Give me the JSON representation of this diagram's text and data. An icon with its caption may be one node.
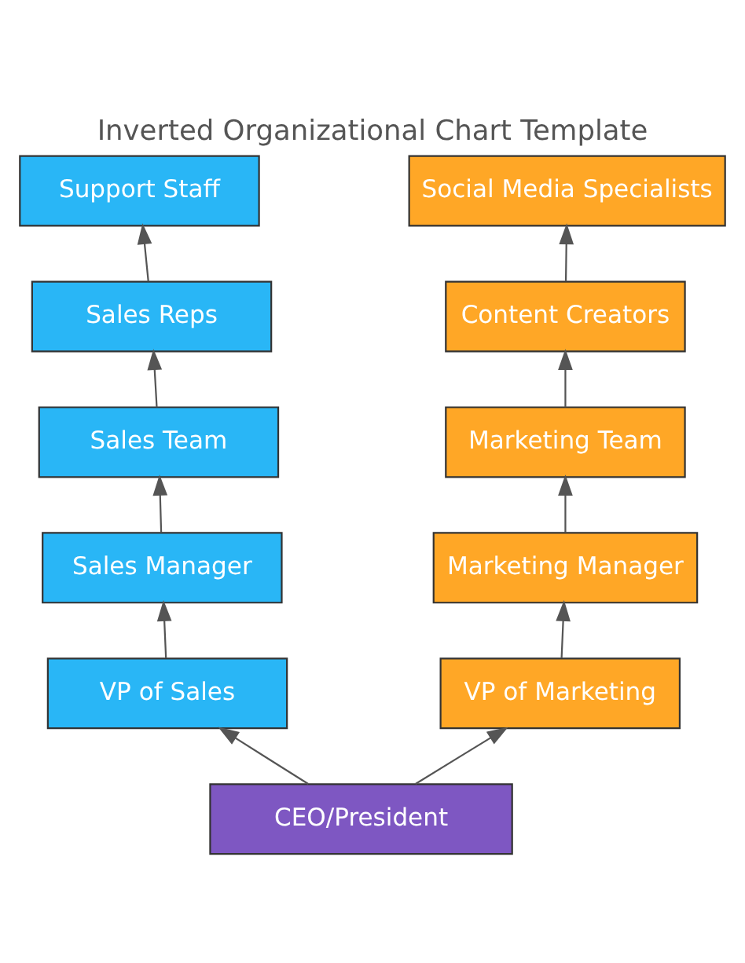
{
  "diagram": {
    "title": "Inverted Organizational Chart Template",
    "nodes": [
      {
        "text": [
          "Support Staff"
        ]
      },
      {
        "text": [
          "Social Media Specialists"
        ]
      },
      {
        "text": [
          "Sales Reps"
        ]
      },
      {
        "text": [
          "Content Creators"
        ]
      },
      {
        "text": [
          "Sales Team"
        ]
      },
      {
        "text": [
          "Marketing Team"
        ]
      },
      {
        "text": [
          "Sales Manager"
        ]
      },
      {
        "text": [
          "Marketing Manager"
        ]
      },
      {
        "text": [
          "VP of Sales"
        ]
      },
      {
        "text": [
          "VP of Marketing"
        ]
      },
      {
        "text": [
          "CEO/President"
        ]
      }
    ],
    "edges": [
      {
        "from": 10,
        "to": 8,
        "arrow": "to"
      },
      {
        "from": 10,
        "to": 9,
        "arrow": "to"
      },
      {
        "from": 8,
        "to": 6,
        "arrow": "to"
      },
      {
        "from": 6,
        "to": 4,
        "arrow": "to"
      },
      {
        "from": 4,
        "to": 2,
        "arrow": "to"
      },
      {
        "from": 2,
        "to": 0,
        "arrow": "to"
      },
      {
        "from": 9,
        "to": 7,
        "arrow": "to"
      },
      {
        "from": 7,
        "to": 5,
        "arrow": "to"
      },
      {
        "from": 5,
        "to": 3,
        "arrow": "to"
      },
      {
        "from": 3,
        "to": 1,
        "arrow": "to"
      }
    ]
  }
}
